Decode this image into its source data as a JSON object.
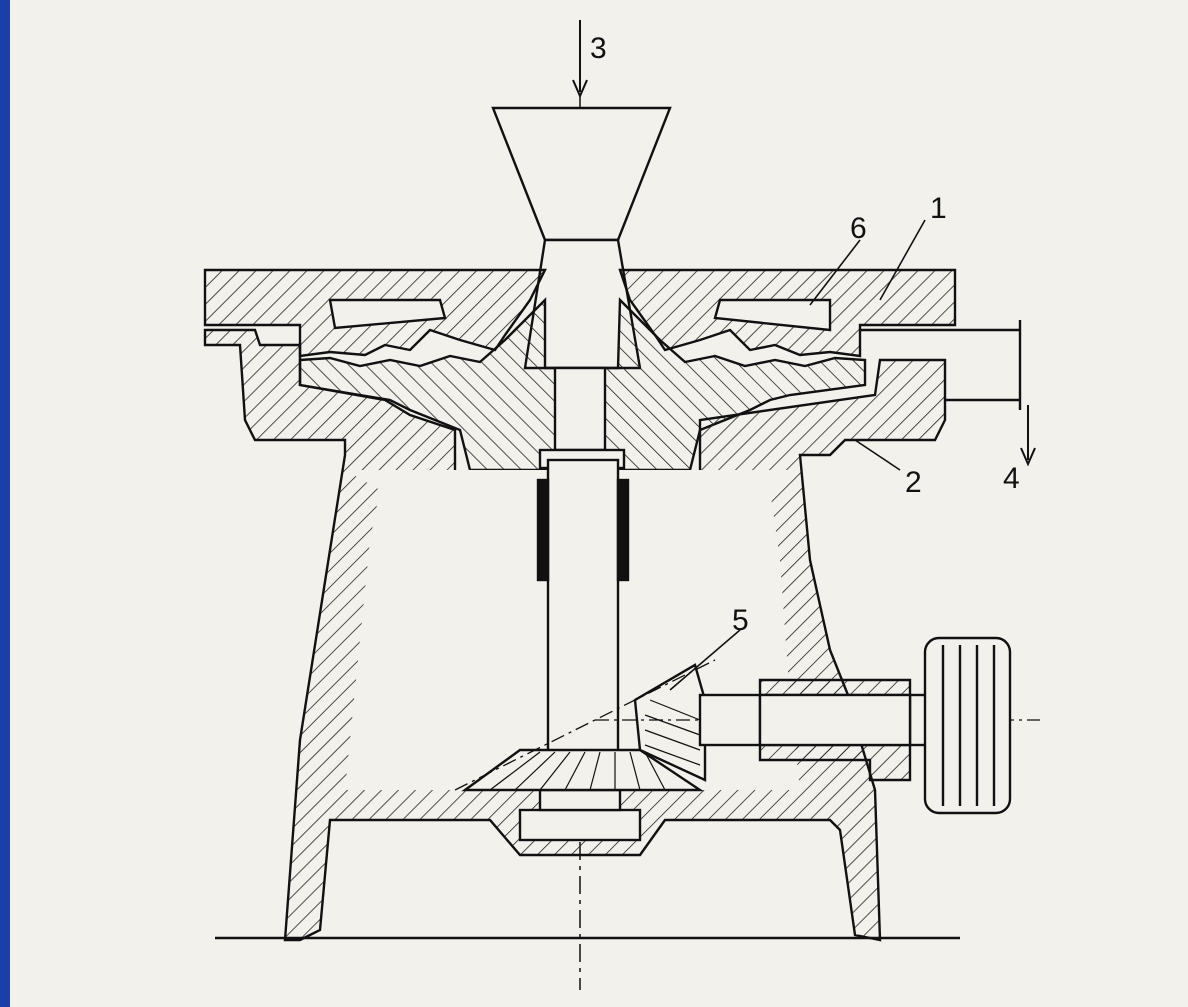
{
  "diagram": {
    "labels": {
      "l3": "3",
      "l6": "6",
      "l1": "1",
      "l2": "2",
      "l4": "4",
      "l5": "5"
    }
  },
  "colors": {
    "frame_blue": "#2a66e0",
    "paper": "#f2f1ec",
    "ink": "#111111"
  }
}
